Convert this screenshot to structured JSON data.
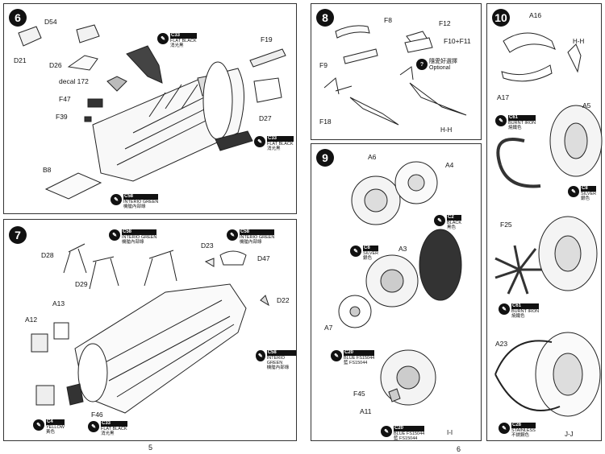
{
  "pages": {
    "left": "5",
    "right": "6"
  },
  "steps": {
    "s6": {
      "num": "6",
      "labels": {
        "d54": "D54",
        "d21": "D21",
        "d26": "D26",
        "decal": "decal 172",
        "f47": "F47",
        "f39": "F39",
        "b8": "B8",
        "f19": "F19",
        "d27": "D27"
      },
      "paint_top": {
        "code": "C33",
        "name": "FLAT BLACK",
        "cn": "消光黑"
      },
      "paint_right": {
        "code": "C33",
        "name": "FLAT BLACK",
        "cn": "消光黑"
      },
      "paint_bottom": {
        "code": "C58",
        "name": "INTERIO GREEN",
        "cn": "機艙內部綠"
      }
    },
    "s7": {
      "num": "7",
      "labels": {
        "d28": "D28",
        "d29": "D29",
        "d23": "D23",
        "d47": "D47",
        "d22": "D22",
        "a13": "A13",
        "a12": "A12",
        "f46": "F46"
      },
      "paint_a": {
        "code": "C58",
        "name": "INTERIO GREEN",
        "cn": "機艙內部綠"
      },
      "paint_b": {
        "code": "C58",
        "name": "INTERIO GREEN",
        "cn": "機艙內部綠"
      },
      "paint_c": {
        "code": "C58",
        "name": "INTERIO GREEN",
        "cn": "機艙內部綠"
      },
      "paint_yellow": {
        "code": "C4",
        "name": "YELLOW",
        "cn": "黃色"
      },
      "paint_black": {
        "code": "C33",
        "name": "FLAT BLACK",
        "cn": "消光黑"
      }
    },
    "s8": {
      "num": "8",
      "labels": {
        "f8": "F8",
        "f9": "F9",
        "f12": "F12",
        "f10": "F10+F11",
        "f18": "F18"
      },
      "optional_cn": "隨愛好選擇",
      "optional": "Optional",
      "view": "H-H"
    },
    "s9": {
      "num": "9",
      "labels": {
        "a6": "A6",
        "a4": "A4",
        "a3": "A3",
        "a7": "A7",
        "f45": "F45",
        "a11": "A11"
      },
      "paint_black": {
        "code": "C2",
        "name": "BLACK",
        "cn": "黑色"
      },
      "paint_silver": {
        "code": "C8",
        "name": "SILVER",
        "cn": "銀色"
      },
      "paint_blue1": {
        "code": "C20",
        "name": "BLUE FS15044",
        "cn": "藍 FS15044"
      },
      "paint_blue2": {
        "code": "C20",
        "name": "BLUE FS15044",
        "cn": "藍 FS15044"
      },
      "view": "I-I"
    },
    "s10": {
      "num": "10",
      "labels": {
        "a16": "A16",
        "a17": "A17",
        "a5": "A5",
        "f25": "F25",
        "a23": "A23"
      },
      "view_top": "H-H",
      "paint_iron1": {
        "code": "C61",
        "name": "BURNT IRON",
        "cn": "燒鐵色"
      },
      "paint_silver": {
        "code": "C8",
        "name": "SILVER",
        "cn": "銀色"
      },
      "paint_iron2": {
        "code": "C61",
        "name": "BURNT IRON",
        "cn": "燒鐵色"
      },
      "paint_stainless": {
        "code": "C28",
        "name": "STAINLESS",
        "cn": "不銹鋼色"
      },
      "view": "J-J"
    }
  }
}
